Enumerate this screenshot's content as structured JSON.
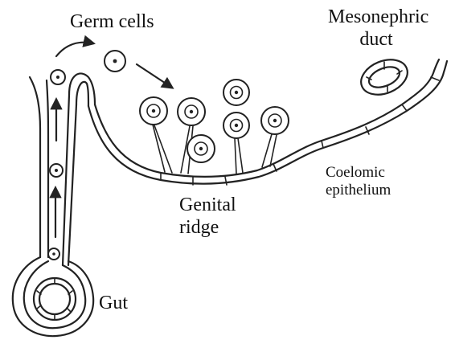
{
  "labels": {
    "germ_cells": "Germ cells",
    "mesonephric_line1": "Mesonephric",
    "mesonephric_line2": "duct",
    "coelomic_line1": "Coelomic",
    "coelomic_line2": "epithelium",
    "genital_line1": "Genital",
    "genital_line2": "ridge",
    "gut": "Gut"
  },
  "colors": {
    "ink": "#222222",
    "background": "#ffffff"
  }
}
